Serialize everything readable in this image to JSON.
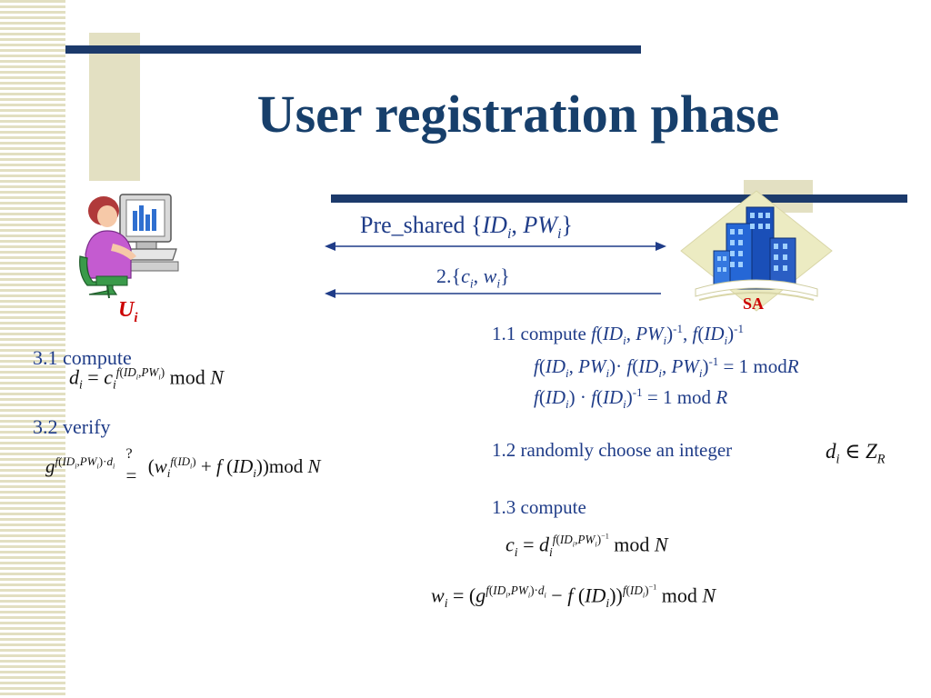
{
  "title": "User registration phase",
  "user": {
    "label_main": "U",
    "label_sub": "i"
  },
  "server": {
    "label": "SA"
  },
  "messages": {
    "pre_shared": {
      "prefix": "Pre_shared {",
      "id": "ID",
      "id_sub": "i",
      "sep": ", ",
      "pw": "PW",
      "pw_sub": "i",
      "suffix": "}"
    },
    "second": {
      "prefix": "2.{",
      "c": "c",
      "c_sub": "i",
      "sep": ", ",
      "w": "w",
      "w_sub": "i",
      "suffix": "}"
    }
  },
  "user_steps": {
    "step31_label": "3.1 compute",
    "step31_formula": "d_i = c_i^{f(ID_i, PW_i)} mod N",
    "step32_label": "3.2  verify",
    "step32_formula": "g^{f(ID_i, PW_i)·d_i} ≟ (w_i^{f(ID_i)} + f(ID_i)) mod N"
  },
  "server_steps": {
    "step11_line1": "1.1 compute f(ID_i, PW_i)^-1, f(ID_i)^-1",
    "step11_line2": "f(ID_i, PW_i)· f(ID_i, PW_i)^-1 = 1 mod R",
    "step11_line3": "f(ID_i) · f(ID_i)^-1 = 1 mod R",
    "step12_label": "1.2 randomly choose an integer",
    "step12_formula": "d_i ∈ Z_R",
    "step13_label": "1.3 compute",
    "step13_formula1": "c_i = d_i^{f(ID_i, PW_i)^-1} mod N",
    "step13_formula2": "w_i = (g^{f(ID_i, PW_i)·d_i} − f(ID_i))^{f(ID_i)^-1} mod N"
  },
  "colors": {
    "navy": "#1c3a6b",
    "tan": "#e3e0c2",
    "text_blue": "#1f3c88",
    "title": "#173f6b",
    "sa_red": "#cc0000",
    "user_red": "#cc0000"
  }
}
